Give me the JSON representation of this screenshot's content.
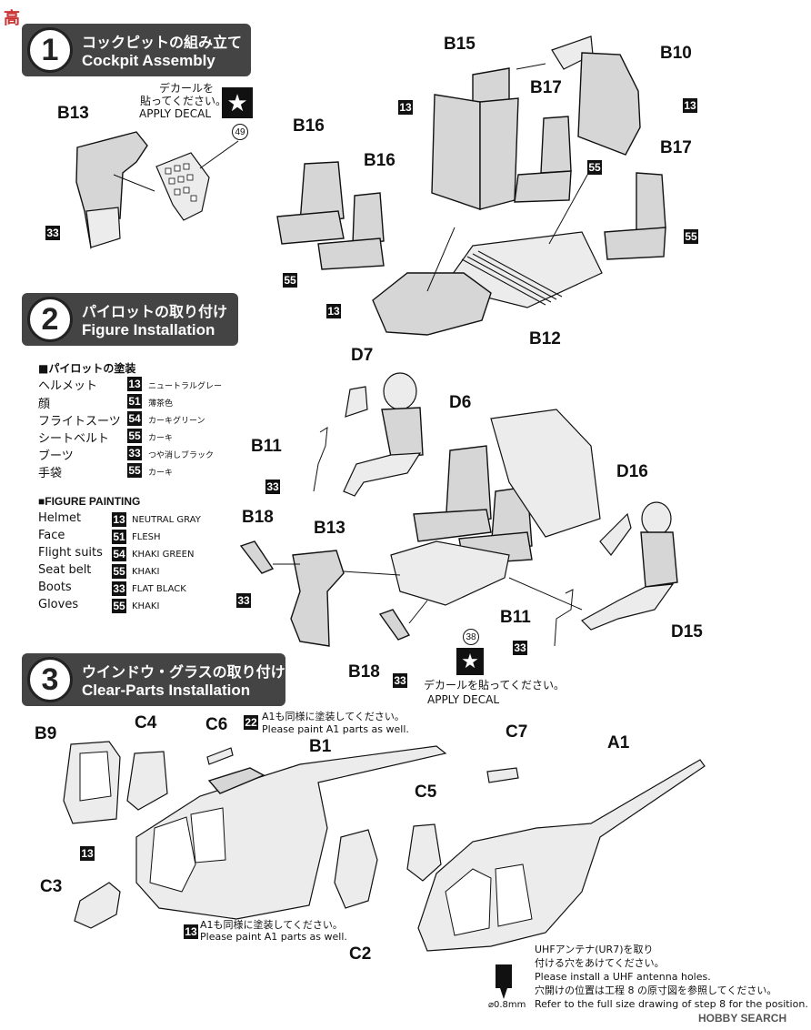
{
  "steps": [
    {
      "num": "1",
      "jp": "コックピットの組み立て",
      "en": "Cockpit Assembly"
    },
    {
      "num": "2",
      "jp": "パイロットの取り付け",
      "en": "Figure Installation"
    },
    {
      "num": "3",
      "jp": "ウインドウ・グラスの取り付け",
      "en": "Clear-Parts Installation"
    }
  ],
  "step1": {
    "decal_jp_1": "デカールを",
    "decal_jp_2": "貼ってください。",
    "decal_en": "APPLY DECAL",
    "decal_no": "49",
    "labels": {
      "b13": "B13",
      "b15": "B15",
      "b10": "B10",
      "b17a": "B17",
      "b17b": "B17",
      "b16a": "B16",
      "b16b": "B16",
      "b12": "B12"
    },
    "paints": {
      "p33": "33",
      "p13a": "13",
      "p13b": "13",
      "p55a": "55",
      "p55b": "55",
      "p55c": "55",
      "p13c": "13"
    }
  },
  "step2": {
    "painting_jp_header": "■パイロットの塗装",
    "painting_en_header": "■FIGURE PAINTING",
    "jp_rows": [
      {
        "part": "ヘルメット",
        "code": "13",
        "color": "ニュートラルグレー"
      },
      {
        "part": "顔",
        "code": "51",
        "color": "薄茶色"
      },
      {
        "part": "フライトスーツ",
        "code": "54",
        "color": "カーキグリーン"
      },
      {
        "part": "シートベルト",
        "code": "55",
        "color": "カーキ"
      },
      {
        "part": "ブーツ",
        "code": "33",
        "color": "つや消しブラック"
      },
      {
        "part": "手袋",
        "code": "55",
        "color": "カーキ"
      }
    ],
    "en_rows": [
      {
        "part": "Helmet",
        "code": "13",
        "color": "NEUTRAL GRAY"
      },
      {
        "part": "Face",
        "code": "51",
        "color": "FLESH"
      },
      {
        "part": "Flight suits",
        "code": "54",
        "color": "KHAKI GREEN"
      },
      {
        "part": "Seat belt",
        "code": "55",
        "color": "KHAKI"
      },
      {
        "part": "Boots",
        "code": "33",
        "color": "FLAT BLACK"
      },
      {
        "part": "Gloves",
        "code": "55",
        "color": "KHAKI"
      }
    ],
    "labels": {
      "d7": "D7",
      "d6": "D6",
      "b11a": "B11",
      "b18a": "B18",
      "b13": "B13",
      "d16": "D16",
      "d15": "D15",
      "b11b": "B11",
      "b18b": "B18"
    },
    "paints": {
      "p33a": "33",
      "p33b": "33",
      "p33c": "33",
      "p33d": "33"
    },
    "decal_no": "38",
    "decal_jp": "デカールを貼ってください。",
    "decal_en": "APPLY  DECAL"
  },
  "step3": {
    "note_a1_jp": "A1も同様に塗装してください。",
    "note_a1_en": "Please paint A1 parts as well.",
    "note_a1_paint": "22",
    "note_a1b_jp": "A1も同様に塗装してください。",
    "note_a1b_en": "Please paint A1 parts as well.",
    "note_a1b_paint": "13",
    "labels": {
      "b9": "B9",
      "c4": "C4",
      "c6": "C6",
      "b1": "B1",
      "c7": "C7",
      "a1": "A1",
      "c5": "C5",
      "c3": "C3",
      "c2": "C2"
    },
    "paints": {
      "p13": "13"
    },
    "uhf_1": "UHFアンテナ(UR7)を取り",
    "uhf_2": "付ける穴をあけてください。",
    "uhf_3": "Please install a UHF antenna holes.",
    "uhf_4": "穴開けの位置は工程 8 の原寸図を参照してください。",
    "uhf_5": "Refer to the full size drawing of step 8 for the position.",
    "drill": "⌀0.8mm"
  },
  "watermark_top": "高",
  "watermark_bottom": "HOBBY SEARCH"
}
